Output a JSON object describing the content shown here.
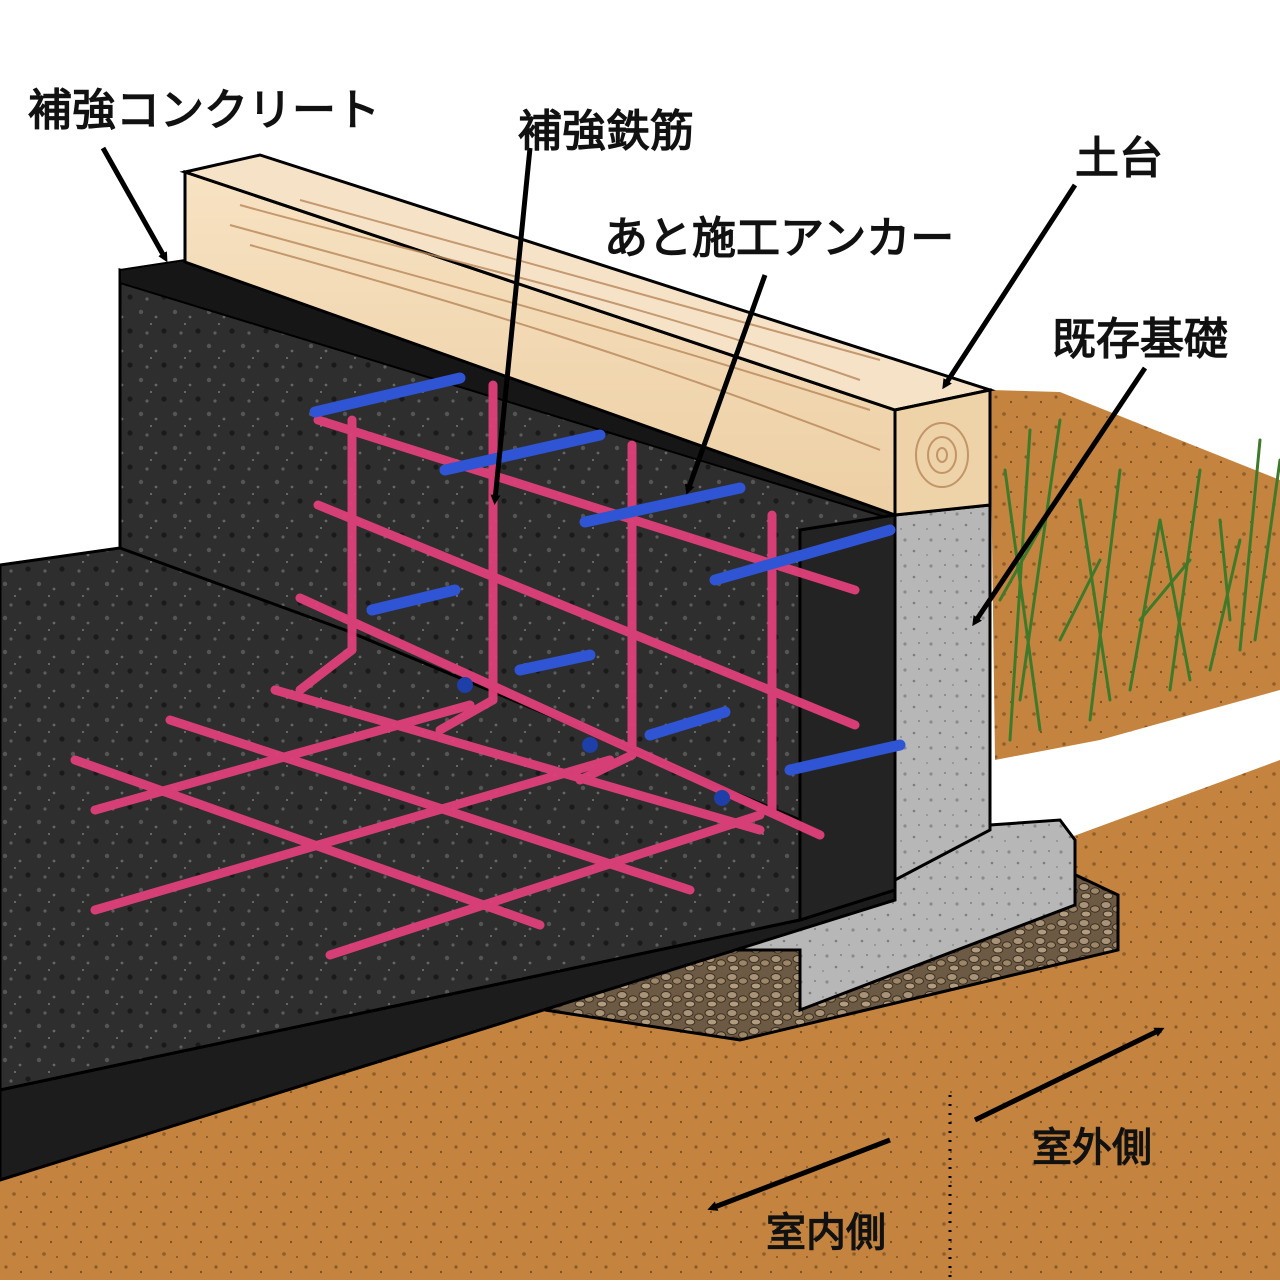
{
  "labels": {
    "reinforcement_concrete": "補強コンクリート",
    "reinforcement_rebar": "補強鉄筋",
    "sill": "土台",
    "post_installed_anchor": "あと施工アンカー",
    "existing_foundation": "既存基礎",
    "outdoor_side": "室外側",
    "indoor_side": "室内側"
  },
  "colors": {
    "new_concrete": "#2b2b2b",
    "existing_concrete": "#b9b9b9",
    "rebar": "#e0407a",
    "anchor": "#2f55d4",
    "sill_wood": "#f3d9b3",
    "soil": "#c98a45",
    "gravel": "#8b7358",
    "grass": "#3f7a2a",
    "outline": "#000000"
  },
  "icons": [
    "arrow-icon",
    "wood-grain-icon",
    "grass-icon",
    "dotted-divider"
  ]
}
